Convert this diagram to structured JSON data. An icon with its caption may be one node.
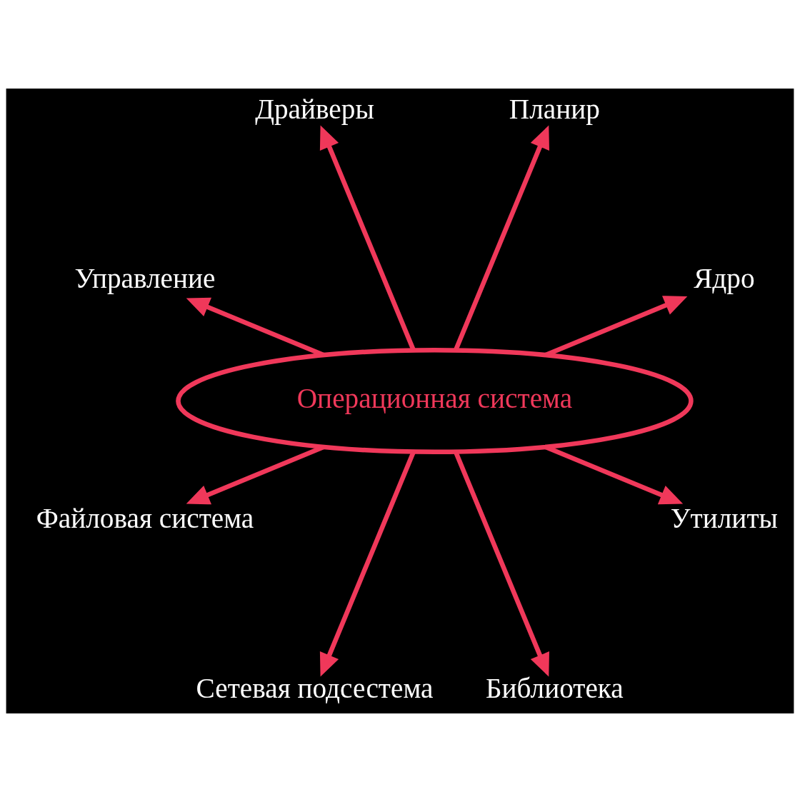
{
  "diagram": {
    "nodes": [
      {
        "text": [
          "Операционная система"
        ]
      },
      {
        "text": [
          "Ядро"
        ]
      },
      {
        "text": [
          "Планир"
        ]
      },
      {
        "text": [
          "Драйверы"
        ]
      },
      {
        "text": [
          "Управление"
        ]
      },
      {
        "text": [
          "Файловая система"
        ]
      },
      {
        "text": [
          "Сетевая подсестема"
        ]
      },
      {
        "text": [
          "Библиотека"
        ]
      },
      {
        "text": [
          "Утилиты"
        ]
      }
    ],
    "edges": [
      {
        "from": 0,
        "to": 1,
        "arrow": "to"
      },
      {
        "from": 0,
        "to": 2,
        "arrow": "to"
      },
      {
        "from": 0,
        "to": 3,
        "arrow": "to"
      },
      {
        "from": 0,
        "to": 4,
        "arrow": "to"
      },
      {
        "from": 0,
        "to": 5,
        "arrow": "to"
      },
      {
        "from": 0,
        "to": 6,
        "arrow": "to"
      },
      {
        "from": 0,
        "to": 7,
        "arrow": "to"
      },
      {
        "from": 0,
        "to": 8,
        "arrow": "to"
      }
    ]
  }
}
